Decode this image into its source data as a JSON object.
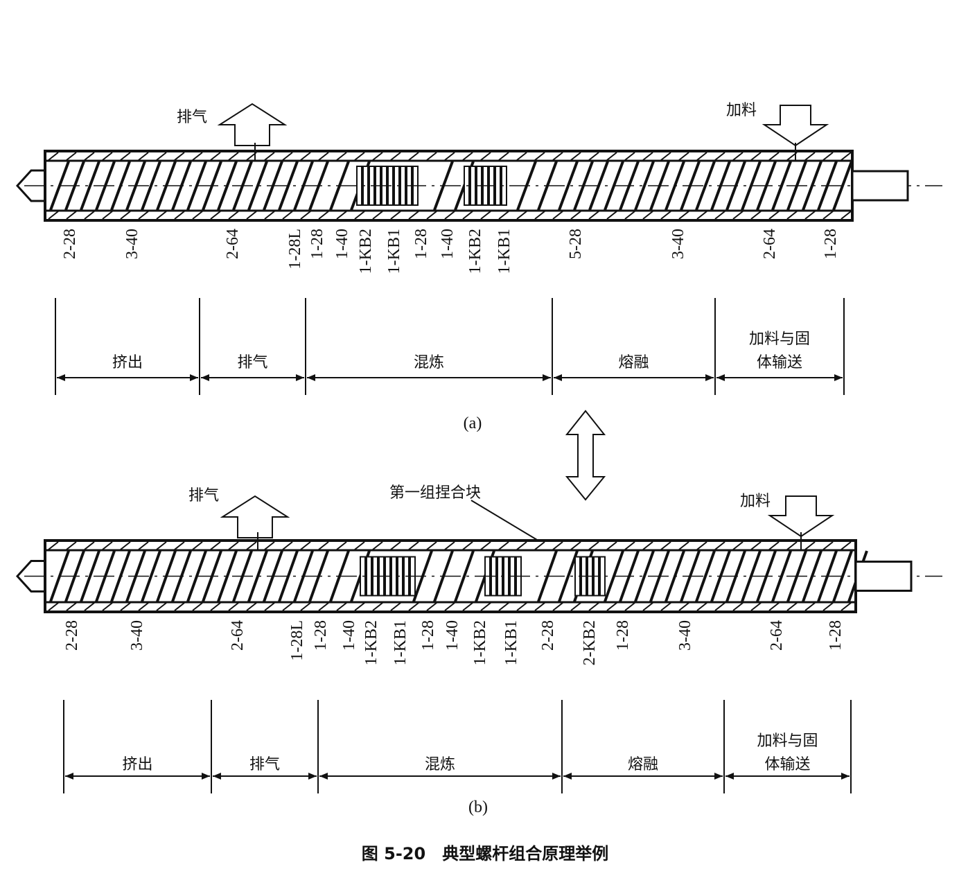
{
  "figure_caption": "图 5-20　典型螺杆组合原理举例",
  "panel_a": {
    "label": "(a)",
    "vent_label": "排气",
    "feed_label": "加料",
    "elements": [
      "2-28",
      "3-40",
      "2-64",
      "1-28L",
      "1-28",
      "1-40",
      "1-KB2",
      "1-KB1",
      "1-28",
      "1-40",
      "1-KB2",
      "1-KB1",
      "5-28",
      "3-40",
      "2-64",
      "1-28"
    ],
    "sections": [
      "挤出",
      "排气",
      "混炼",
      "熔融",
      "加料与固",
      "体输送"
    ]
  },
  "panel_b": {
    "label": "(b)",
    "vent_label": "排气",
    "feed_label": "加料",
    "annotation": "第一组捏合块",
    "elements": [
      "2-28",
      "3-40",
      "2-64",
      "1-28L",
      "1-28",
      "1-40",
      "1-KB2",
      "1-KB1",
      "1-28",
      "1-40",
      "1-KB2",
      "1-KB1",
      "2-28",
      "2-KB2",
      "1-28",
      "3-40",
      "2-64",
      "1-28"
    ],
    "sections": [
      "挤出",
      "排气",
      "混炼",
      "熔融",
      "加料与固",
      "体输送"
    ]
  }
}
